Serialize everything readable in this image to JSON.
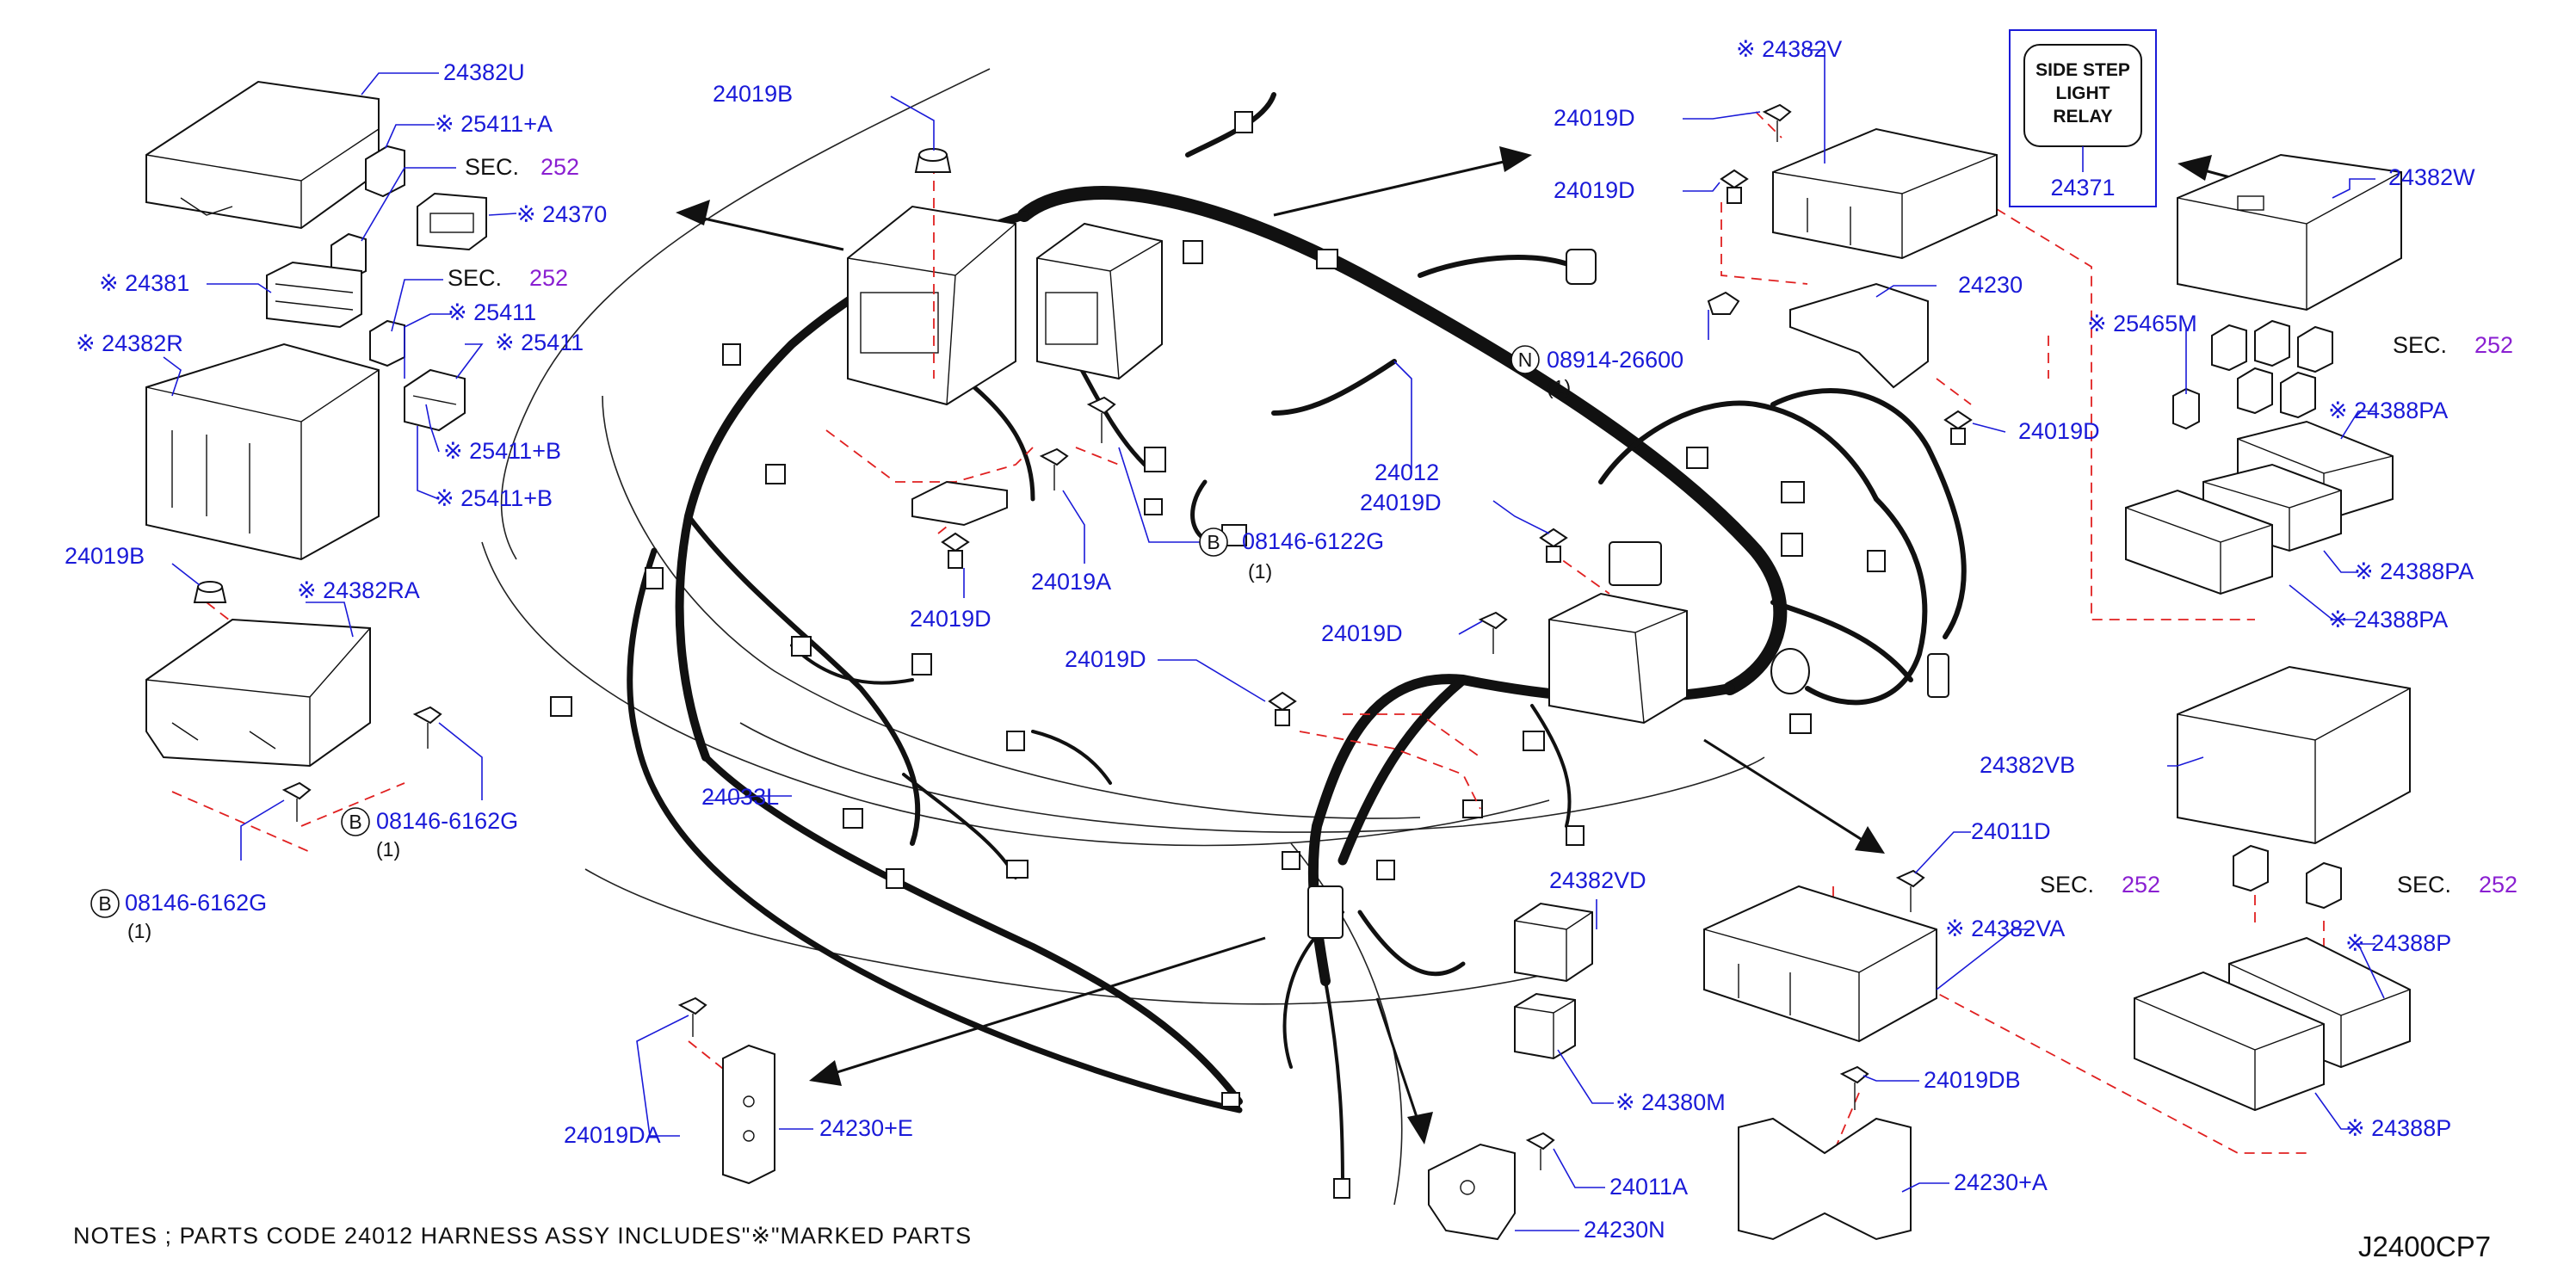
{
  "diagram": {
    "note": "NOTES ; PARTS CODE 24012 HARNESS ASSY INCLUDES\"※\"MARKED PARTS",
    "drawing_code": "J2400CP7",
    "relay_box": {
      "lines": [
        "SIDE STEP",
        "LIGHT",
        "RELAY"
      ],
      "part": "24371"
    },
    "labels": {
      "l24382U": "24382U",
      "l25411A": "※ 25411+A",
      "sec1": "SEC.",
      "sec1n": "252",
      "l24370": "※ 24370",
      "l24381": "※ 24381",
      "sec2": "SEC.",
      "sec2n": "252",
      "l25411a": "※ 25411",
      "l25411b": "※ 25411",
      "l24382R": "※ 24382R",
      "l25411B1": "※ 25411+B",
      "l25411B2": "※ 25411+B",
      "l24019B_l": "24019B",
      "l24382RA": "※ 24382RA",
      "bolt1": "08146-6162G",
      "bolt1q": "(1)",
      "bolt2": "08146-6162G",
      "bolt2q": "(1)",
      "l24019B_t": "24019B",
      "l24019D_c": "24019D",
      "l24019A": "24019A",
      "bolt3": "08146-6122G",
      "bolt3q": "(1)",
      "l24033L": "24033L",
      "l24012": "24012",
      "l24019D_m1": "24019D",
      "l24019D_m2": "24019D",
      "l24019D_m3": "24019D",
      "l24019D_t1": "24019D",
      "l24019D_t2": "24019D",
      "l24382V": "※ 24382V",
      "l24230": "24230",
      "nut": "08914-26600",
      "nutq": "(1)",
      "l24019D_r": "24019D",
      "l24382W": "24382W",
      "l25465M": "※ 25465M",
      "sec3": "SEC.",
      "sec3n": "252",
      "l24388PA1": "※ 24388PA",
      "l24388PA2": "※ 24388PA",
      "l24388PA3": "※ 24388PA",
      "l24382VB": "24382VB",
      "l24011D": "24011D",
      "sec4": "SEC.",
      "sec4n": "252",
      "sec5": "SEC.",
      "sec5n": "252",
      "l24382VA": "※ 24382VA",
      "l24388P1": "※ 24388P",
      "l24388P2": "※ 24388P",
      "l24382VD": "24382VD",
      "l24380M": "※ 24380M",
      "l24019DB": "24019DB",
      "l24230A": "24230+A",
      "l24011A": "24011A",
      "l24230N": "24230N",
      "l24019DA": "24019DA",
      "l24230E": "24230+E"
    },
    "markers": {
      "b1": "B",
      "b2": "B",
      "b3": "B",
      "n1": "N"
    },
    "colors": {
      "label": "#1a1ad8",
      "section": "#8a1fd1",
      "dash": "#e02020",
      "ink": "#111111"
    }
  }
}
